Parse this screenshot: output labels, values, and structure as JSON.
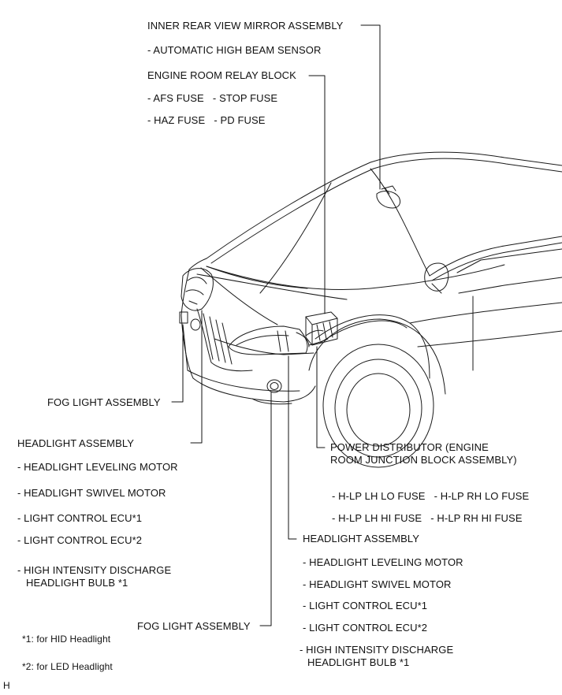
{
  "labels": {
    "mirror_title": "INNER REAR VIEW MIRROR ASSEMBLY",
    "mirror_sensor": "- AUTOMATIC HIGH BEAM SENSOR",
    "relay_title": "ENGINE ROOM RELAY BLOCK",
    "relay_fuse_row1": "- AFS FUSE   - STOP FUSE",
    "relay_fuse_row2": "- HAZ FUSE   - PD FUSE",
    "fog_left": "FOG LIGHT ASSEMBLY",
    "pd_title_line1": "POWER DISTRIBUTOR (ENGINE",
    "pd_title_line2": "ROOM JUNCTION BLOCK ASSEMBLY)",
    "pd_fuse_row1": "- H-LP LH LO FUSE   - H-LP RH LO FUSE",
    "pd_fuse_row2": "- H-LP LH HI FUSE   - H-LP RH HI FUSE",
    "head_left_title": "HEADLIGHT ASSEMBLY",
    "head_left_items": [
      "- HEADLIGHT LEVELING MOTOR",
      "- HEADLIGHT SWIVEL MOTOR",
      "- LIGHT CONTROL ECU*1",
      "- LIGHT CONTROL ECU*2",
      "- HIGH INTENSITY DISCHARGE",
      "HEADLIGHT BULB *1"
    ],
    "head_right_title": "HEADLIGHT ASSEMBLY",
    "head_right_items": [
      "- HEADLIGHT LEVELING MOTOR",
      "- HEADLIGHT SWIVEL MOTOR",
      "- LIGHT CONTROL ECU*1",
      "- LIGHT CONTROL ECU*2",
      "- HIGH INTENSITY DISCHARGE",
      "HEADLIGHT BULB *1"
    ],
    "fog_bottom": "FOG LIGHT ASSEMBLY",
    "note1": "*1: for HID Headlight",
    "note2": "*2: for LED Headlight",
    "corner_mark": "H"
  },
  "colors": {
    "ink": "#111111",
    "background": "#ffffff"
  }
}
